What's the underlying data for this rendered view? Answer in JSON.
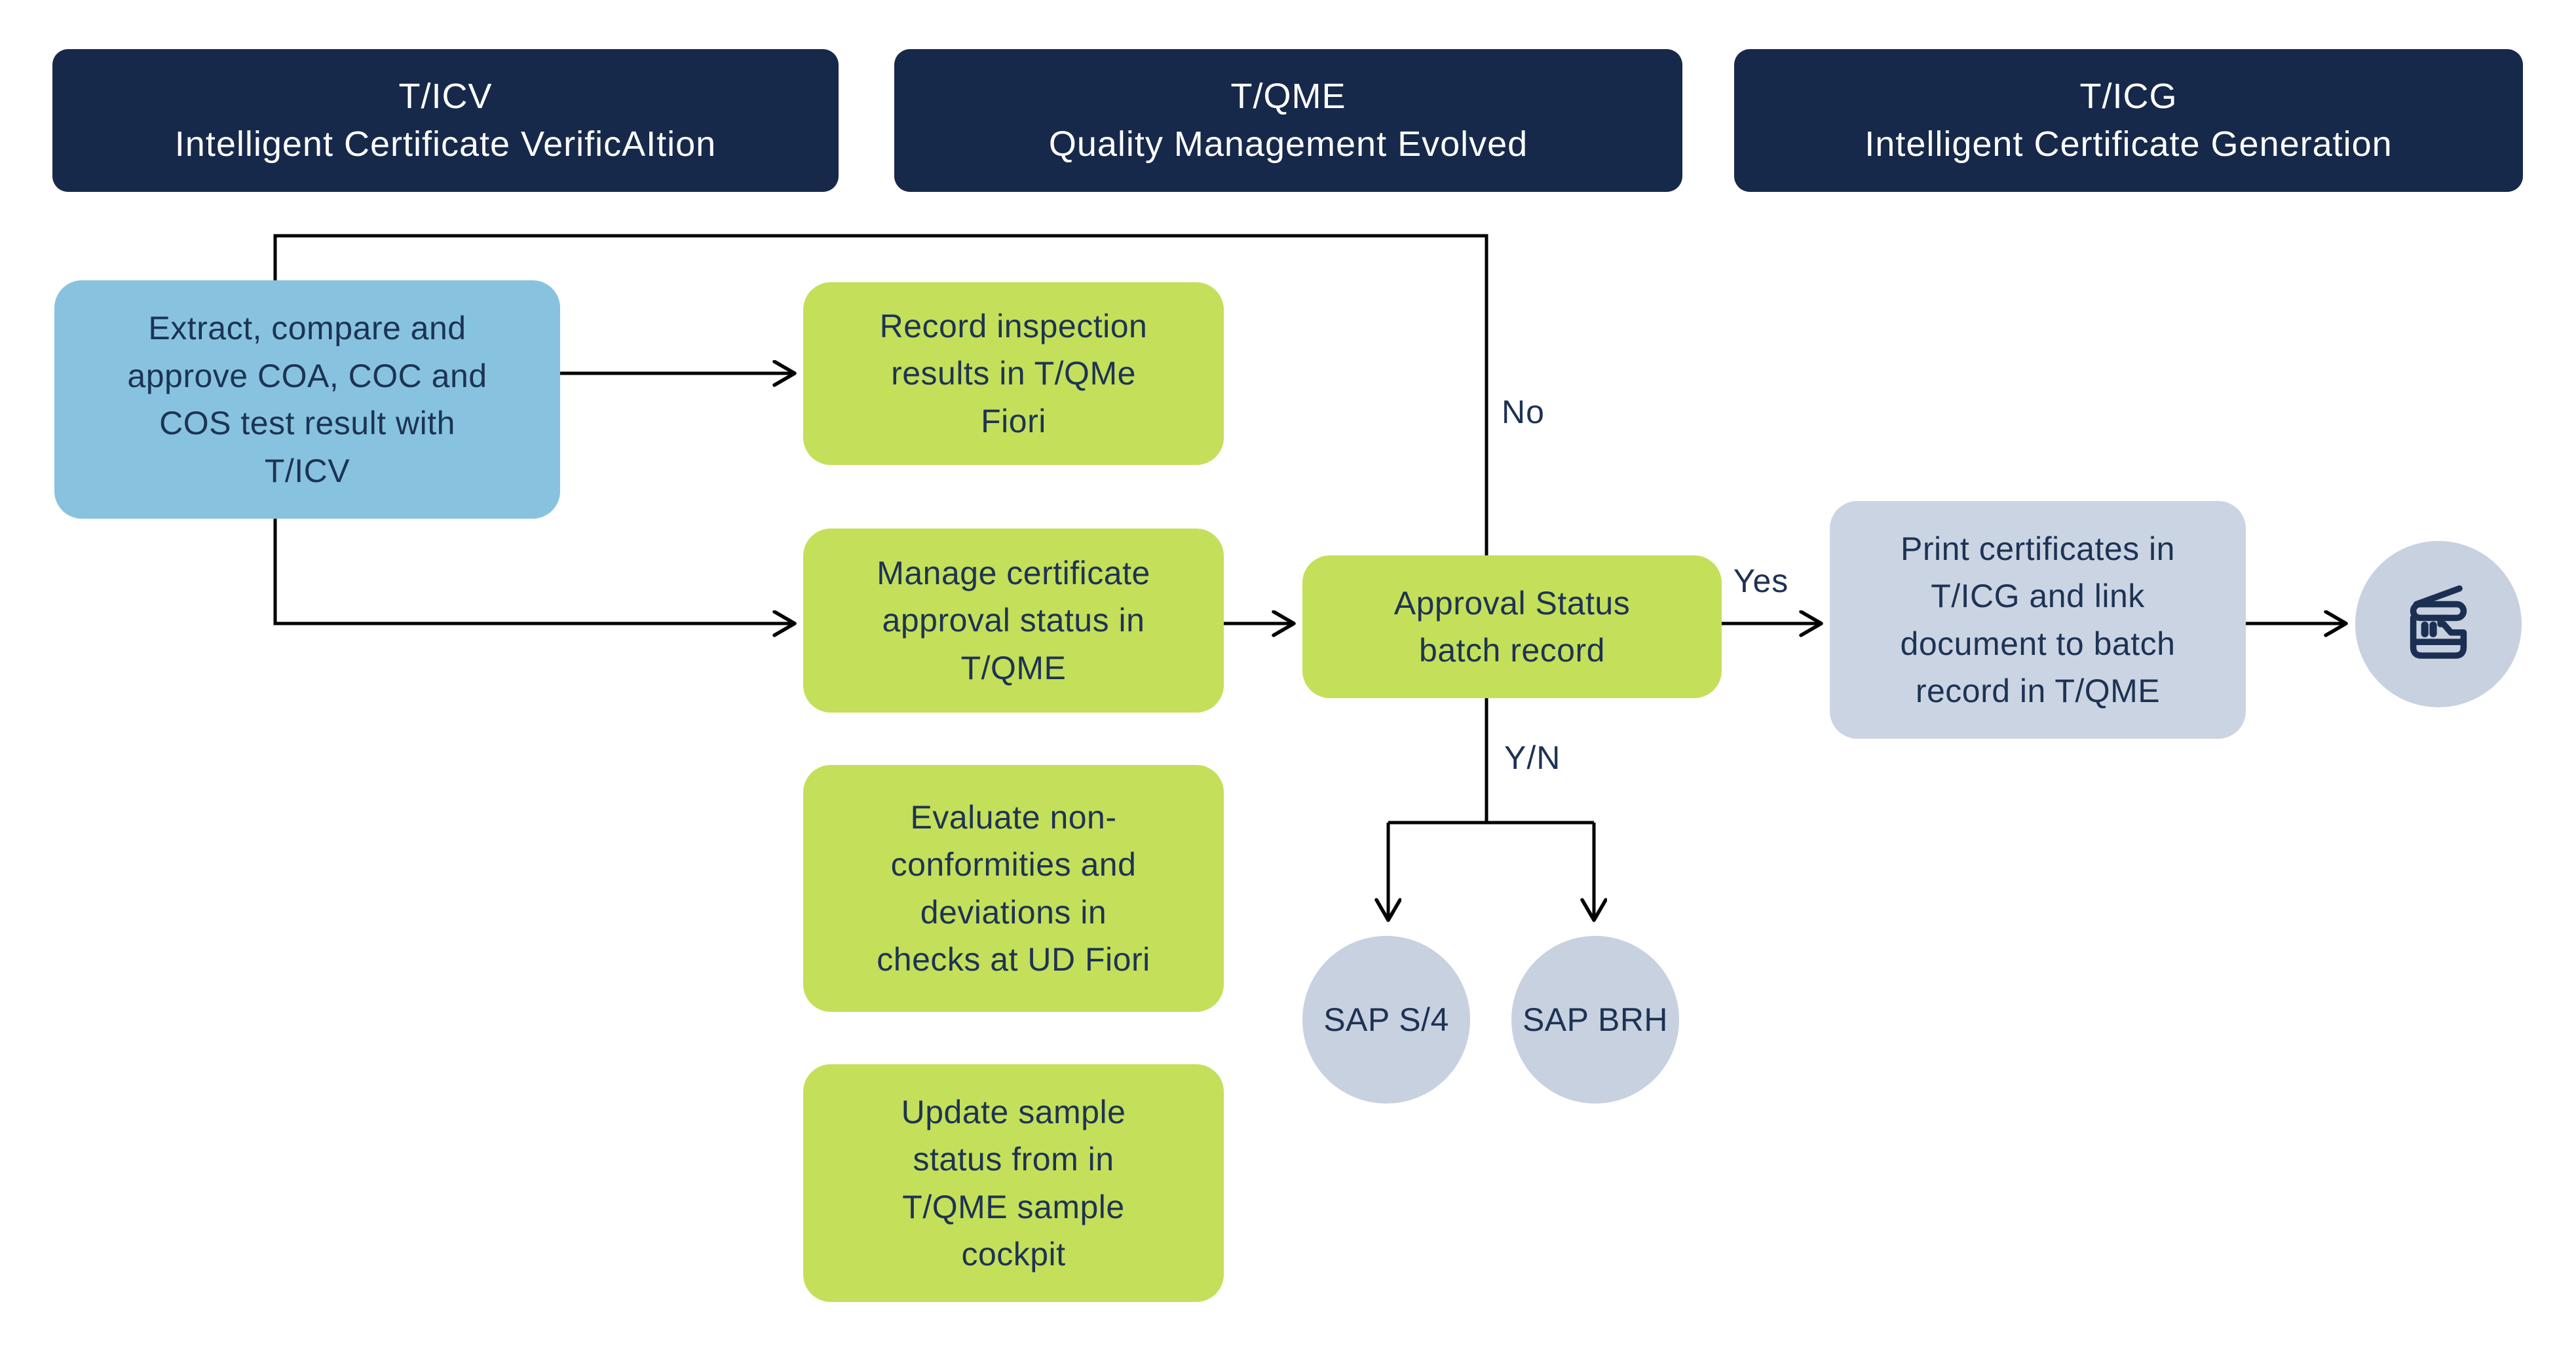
{
  "palette": {
    "background": "#ffffff",
    "lane_header_bg": "#17294a",
    "lane_header_text": "#ffffff",
    "process_blue_bg": "#87c3de",
    "process_green_bg": "#c4df5a",
    "process_gray_bg": "#cbd4e2",
    "circle_gray_bg": "#c8d1e0",
    "node_text": "#1d3354",
    "connector": "#000000"
  },
  "lanes": [
    {
      "title": "T/ICV",
      "subtitle": "Intelligent Certificate VerificAItion"
    },
    {
      "title": "T/QME",
      "subtitle": "Quality Management Evolved"
    },
    {
      "title": "T/ICG",
      "subtitle": "Intelligent Certificate Generation"
    }
  ],
  "nodes": {
    "extract": {
      "label": "Extract, compare and\napprove COA, COC and\nCOS test result with\nT/ICV"
    },
    "record_inspection": {
      "label": "Record inspection\nresults in T/QMe\nFiori"
    },
    "manage_certificate": {
      "label": "Manage certificate\napproval status in\nT/QME"
    },
    "evaluate_nonconformities": {
      "label": "Evaluate non-\nconformities and\ndeviations in\nchecks at UD Fiori"
    },
    "update_sample": {
      "label": "Update sample\nstatus from in\nT/QME sample\ncockpit"
    },
    "approval_status": {
      "label": "Approval Status\nbatch record"
    },
    "print_certificates": {
      "label": "Print certificates in\nT/ICG and link\ndocument to batch\nrecord in T/QME"
    },
    "sap_s4": {
      "label": "SAP S/4"
    },
    "sap_brh": {
      "label": "SAP BRH"
    }
  },
  "edge_labels": {
    "no": "No",
    "yes": "Yes",
    "yn": "Y/N"
  },
  "icons": {
    "printer": "printer-copier-icon"
  }
}
